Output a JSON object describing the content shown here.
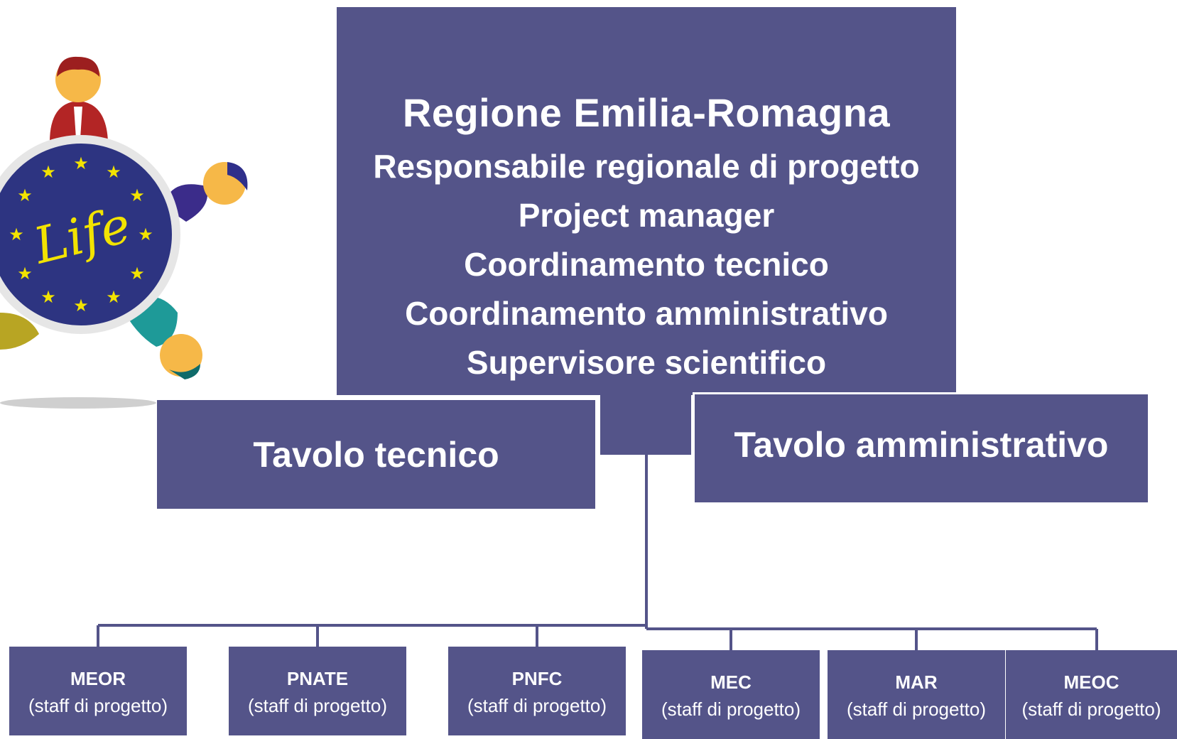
{
  "colors": {
    "box_fill": "#545489",
    "box_text": "#ffffff",
    "connector": "#545489",
    "logo_circle": "#2d3481",
    "logo_text": "#f2e300"
  },
  "logo": {
    "text": "Life",
    "icon": "life-programme-people-circle-logo"
  },
  "top": {
    "title": "Regione Emilia-Romagna",
    "lines": [
      "Responsabile regionale di progetto",
      "Project manager",
      "Coordinamento tecnico",
      "Coordinamento amministrativo",
      "Supervisore scientifico"
    ]
  },
  "tables": {
    "tecnico": "Tavolo tecnico",
    "amministrativo": "Tavolo amministrativo"
  },
  "staff": [
    {
      "code": "MEOR",
      "label": "(staff di progetto)"
    },
    {
      "code": "PNATE",
      "label": "(staff di progetto)"
    },
    {
      "code": "PNFC",
      "label": "(staff di progetto)"
    },
    {
      "code": "MEC",
      "label": "(staff di progetto)"
    },
    {
      "code": "MAR",
      "label": "(staff di progetto)"
    },
    {
      "code": "MEOC",
      "label": "(staff di progetto)"
    }
  ]
}
